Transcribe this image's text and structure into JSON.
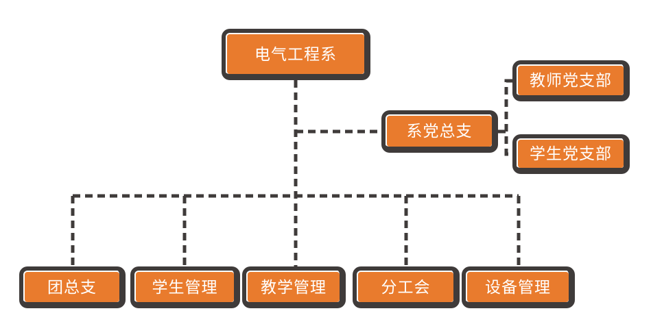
{
  "diagram": {
    "type": "org-chart",
    "background_color": "#ffffff",
    "node_fill_color": "#e97b2d",
    "node_frame_color": "#3f3b3a",
    "node_text_color": "#ffffff",
    "connector_color": "#3f3b3a",
    "connector_style": "dashed",
    "nodes": {
      "root": {
        "label": "电气工程系"
      },
      "party_branch": {
        "label": "系党总支"
      },
      "teacher_party": {
        "label": "教师党支部"
      },
      "student_party": {
        "label": "学生党支部"
      },
      "youth_league": {
        "label": "团总支"
      },
      "student_mgmt": {
        "label": "学生管理"
      },
      "teaching_mgmt": {
        "label": "教学管理"
      },
      "sub_union": {
        "label": "分工会"
      },
      "equipment_mgmt": {
        "label": "设备管理"
      }
    },
    "edges": [
      {
        "from": "root",
        "to": "party_branch"
      },
      {
        "from": "party_branch",
        "to": "teacher_party"
      },
      {
        "from": "party_branch",
        "to": "student_party"
      },
      {
        "from": "root",
        "to": "youth_league"
      },
      {
        "from": "root",
        "to": "student_mgmt"
      },
      {
        "from": "root",
        "to": "teaching_mgmt"
      },
      {
        "from": "root",
        "to": "sub_union"
      },
      {
        "from": "root",
        "to": "equipment_mgmt"
      }
    ]
  }
}
